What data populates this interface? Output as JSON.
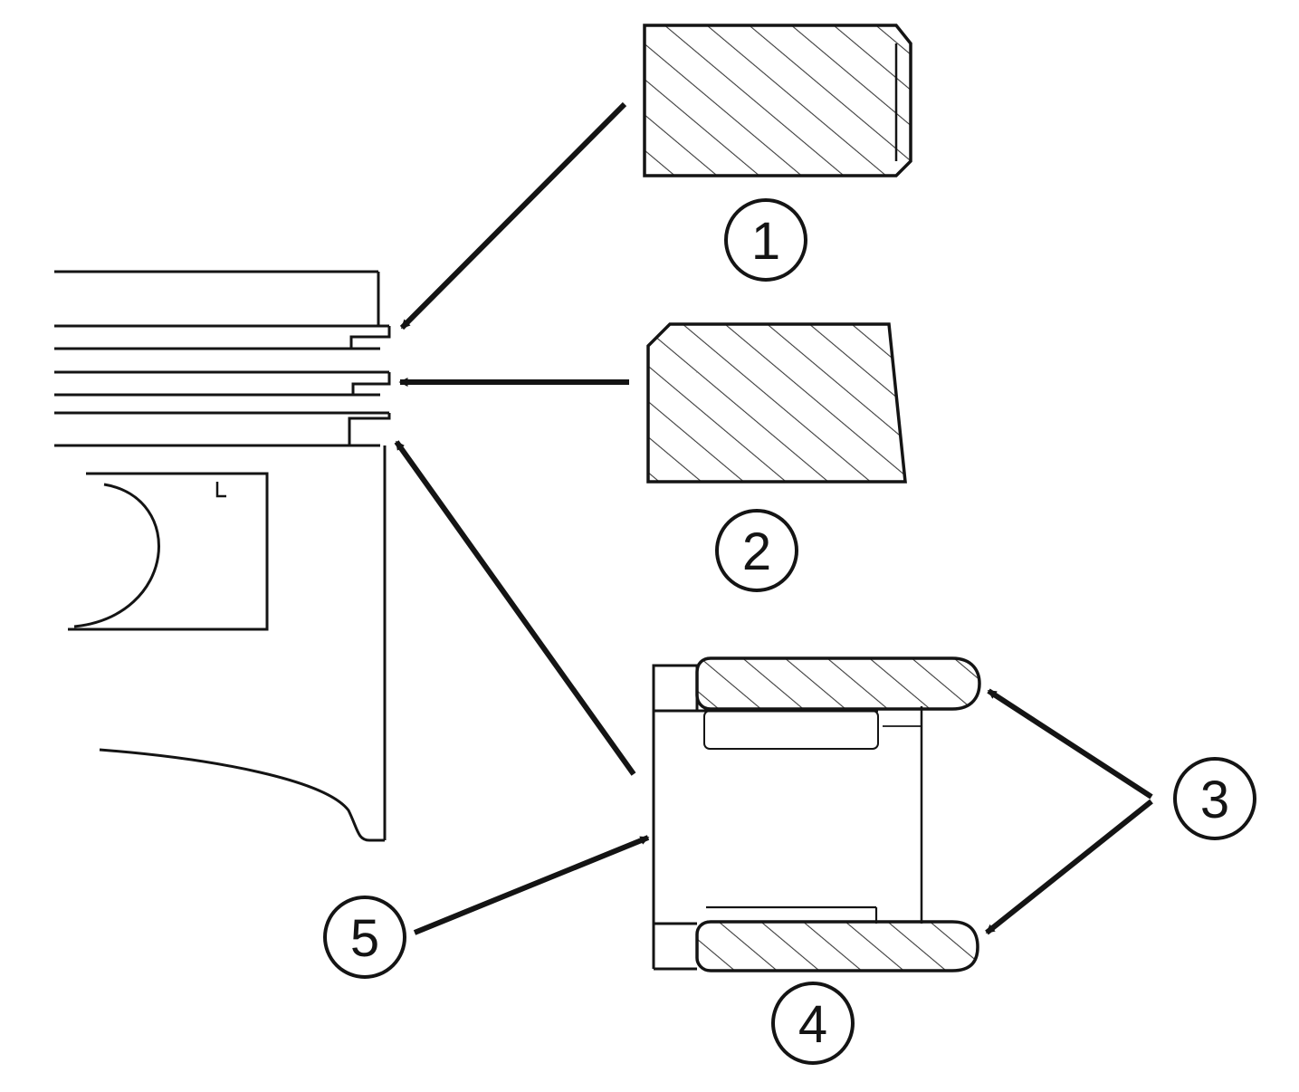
{
  "diagram": {
    "title": "",
    "ink_color": "#141414",
    "hatch_color": "#3a3a3a",
    "background_color": "#ffffff",
    "callouts": [
      {
        "id": "callout-1",
        "label": "1"
      },
      {
        "id": "callout-2",
        "label": "2"
      },
      {
        "id": "callout-3",
        "label": "3"
      },
      {
        "id": "callout-4",
        "label": "4"
      },
      {
        "id": "callout-5",
        "label": "5"
      }
    ]
  }
}
